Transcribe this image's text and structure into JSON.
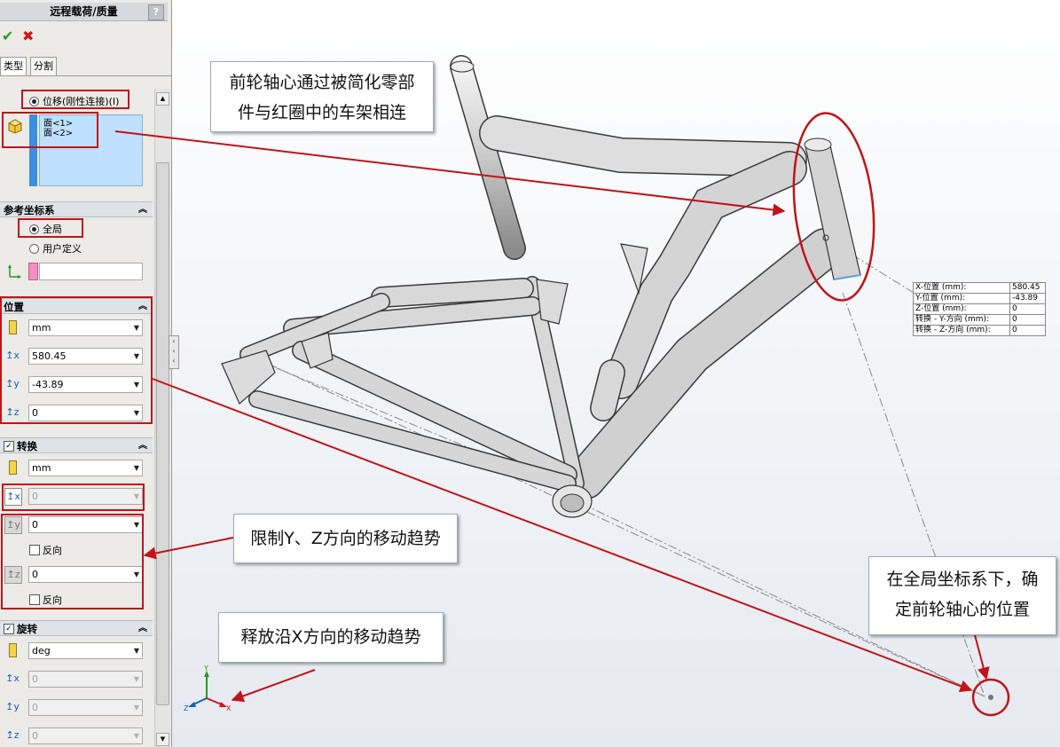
{
  "pm": {
    "title": "远程载荷/质量",
    "help": "?",
    "ok": "✔",
    "cancel": "✖",
    "tabs": [
      "类型",
      "分割"
    ],
    "connection_option": "位移(刚性连接)(I)",
    "faces": [
      "面<1>",
      "面<2>"
    ],
    "ref_coord": {
      "header": "参考坐标系",
      "options": [
        "全局",
        "用户定义"
      ],
      "selected": "全局"
    },
    "position": {
      "header": "位置",
      "unit": "mm",
      "x": "580.45",
      "y": "-43.89",
      "z": "0"
    },
    "translation": {
      "header": "转换",
      "unit": "mm",
      "x": "0",
      "y": "0",
      "z": "0",
      "reverse": "反向"
    },
    "rotation": {
      "header": "旋转",
      "unit": "deg",
      "x": "0",
      "y": "0",
      "z": "0"
    }
  },
  "callouts": {
    "c1": [
      "前轮轴心通过被简化零部",
      "件与红圈中的车架相连"
    ],
    "c2": "限制Y、Z方向的移动趋势",
    "c3": "释放沿X方向的移动趋势",
    "c4": [
      "在全局坐标系下，确",
      "定前轮轴心的位置"
    ]
  },
  "table": {
    "rows": [
      {
        "label": "X-位置 (mm):",
        "value": "580.45"
      },
      {
        "label": "Y-位置 (mm):",
        "value": "-43.89"
      },
      {
        "label": "Z-位置 (mm):",
        "value": "0"
      },
      {
        "label": "转换 -  Y-方向 (mm):",
        "value": "0"
      },
      {
        "label": "转换 -  Z-方向 (mm):",
        "value": "0"
      }
    ]
  },
  "triad": {
    "x": "X",
    "y": "Y",
    "z": "Z"
  },
  "colors": {
    "annotation_red": "#c0141a",
    "pink_swatch": "#f48fc0",
    "selection_blue": "#bfe0ff"
  }
}
